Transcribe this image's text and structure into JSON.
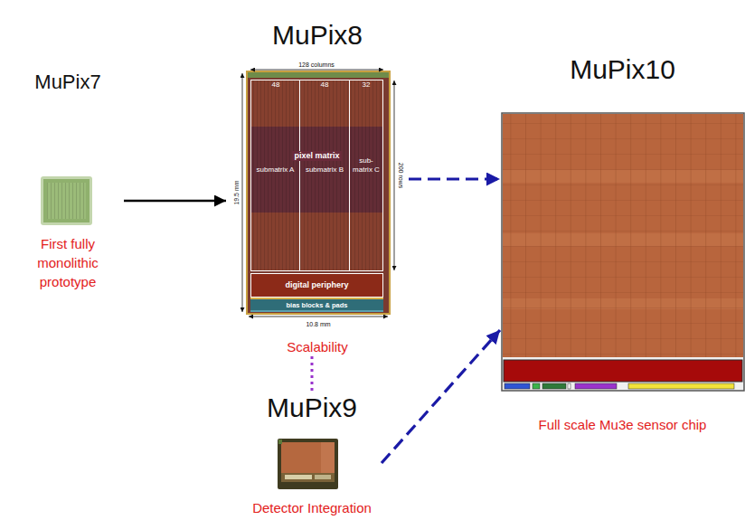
{
  "diagram": {
    "nodes": [
      {
        "text": [
          "MuPix7",
          "First fully monolithic prototype"
        ]
      },
      {
        "text": [
          "MuPix8",
          "Scalability"
        ]
      },
      {
        "text": [
          "pixel matrix"
        ],
        "in": 1
      },
      {
        "text": [
          "submatrix A"
        ],
        "in": 2
      },
      {
        "text": [
          "submatrix B"
        ],
        "in": 2
      },
      {
        "text": [
          "sub-matrix C"
        ],
        "in": 2
      },
      {
        "text": [
          "digital periphery"
        ],
        "in": 1
      },
      {
        "text": [
          "bias blocks & pads"
        ],
        "in": 1
      },
      {
        "text": [
          "MuPix10",
          "Full scale Mu3e sensor chip"
        ]
      },
      {
        "text": [
          "MuPix9",
          "Detector Integration"
        ]
      }
    ],
    "edges": [
      {
        "from": 0,
        "to": 1,
        "arrow": "to"
      },
      {
        "from": 1,
        "to": 8,
        "arrow": "to"
      },
      {
        "from": 9,
        "to": 8,
        "arrow": "to"
      },
      {
        "from": 1,
        "to": 9,
        "arrow": "none"
      }
    ],
    "labels": [
      "128 columns",
      "48",
      "48",
      "32",
      "19.5 mm",
      "200 rows",
      "10.8 mm"
    ]
  }
}
